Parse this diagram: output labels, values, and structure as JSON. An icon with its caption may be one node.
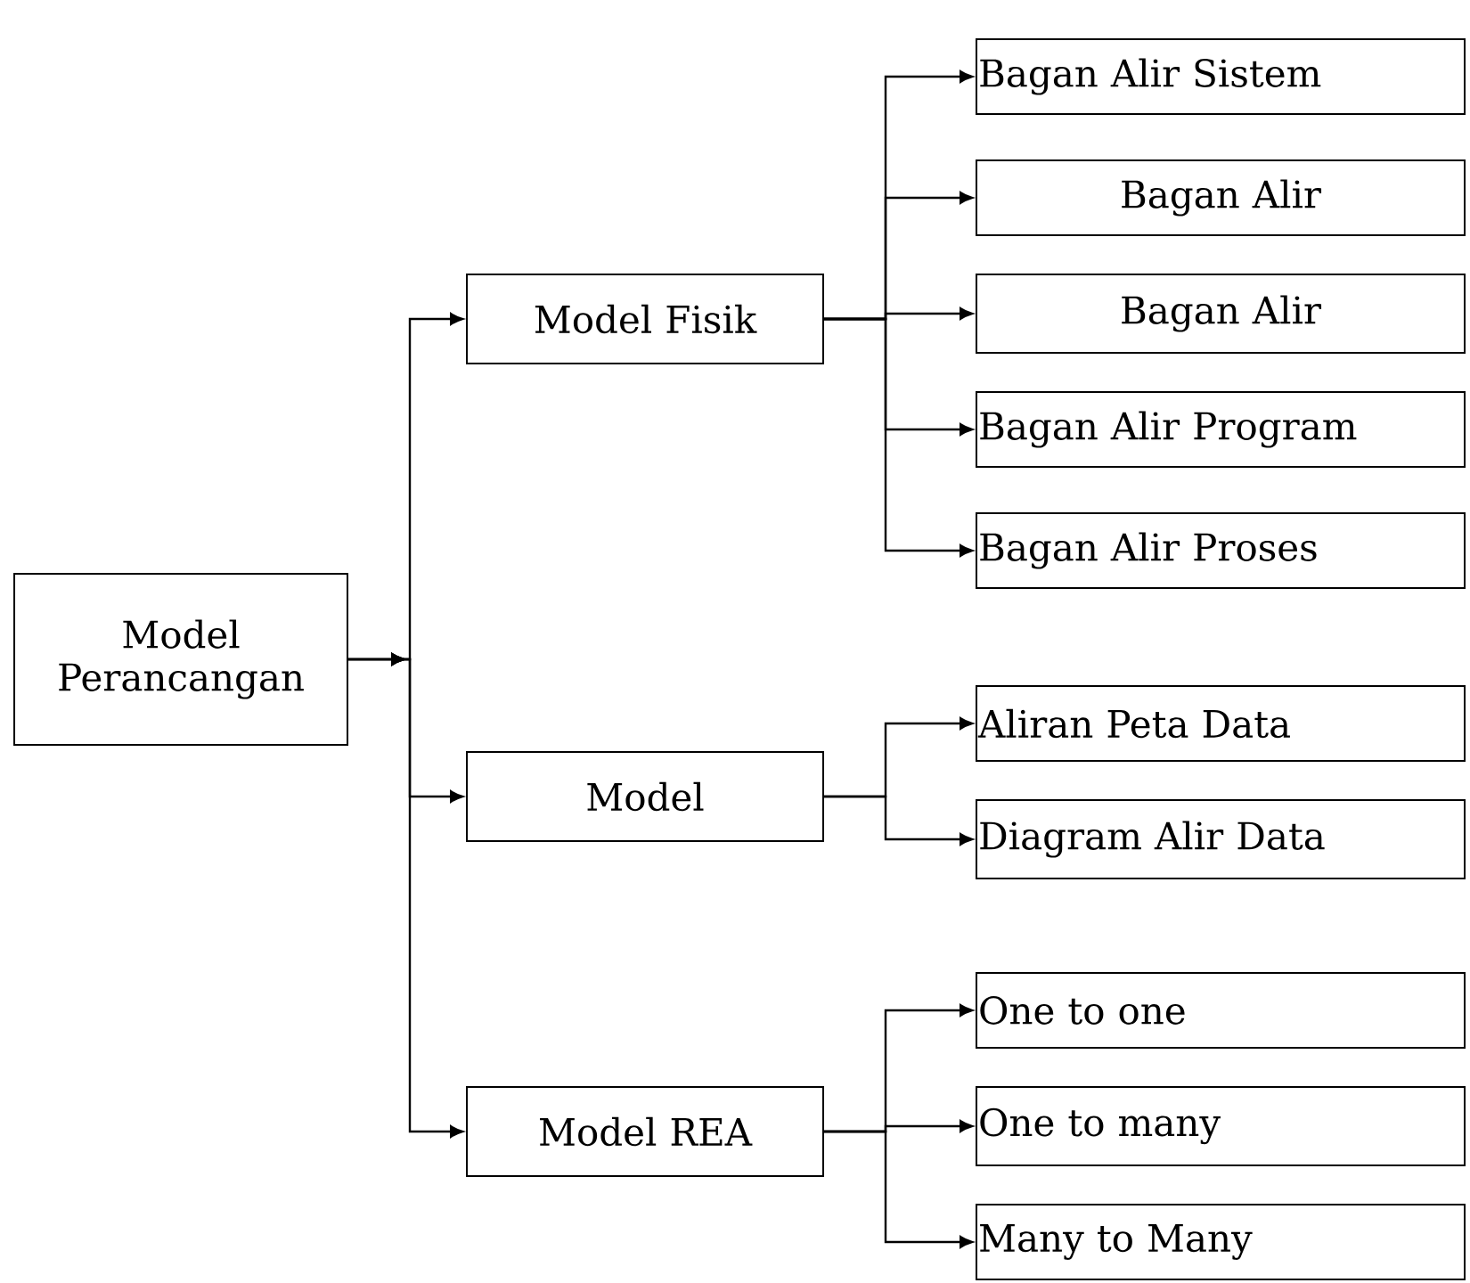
{
  "diagram": {
    "nodes": [
      {
        "text": [
          "Model Perancangan"
        ]
      },
      {
        "text": [
          "Model Fisik"
        ]
      },
      {
        "text": [
          "Model"
        ]
      },
      {
        "text": [
          "Model REA"
        ]
      },
      {
        "text": [
          "Bagan Alir Sistem"
        ]
      },
      {
        "text": [
          "Bagan Alir"
        ]
      },
      {
        "text": [
          "Bagan Alir"
        ]
      },
      {
        "text": [
          "Bagan Alir Program"
        ]
      },
      {
        "text": [
          "Bagan Alir Proses"
        ]
      },
      {
        "text": [
          "Aliran Peta Data"
        ]
      },
      {
        "text": [
          "Diagram Alir Data"
        ]
      },
      {
        "text": [
          "One to one"
        ]
      },
      {
        "text": [
          "One to many"
        ]
      },
      {
        "text": [
          "Many to Many"
        ]
      }
    ],
    "edges": [
      {
        "from": 0,
        "to": 1,
        "arrow": "to"
      },
      {
        "from": 0,
        "to": 2,
        "arrow": "to"
      },
      {
        "from": 0,
        "to": 3,
        "arrow": "to"
      },
      {
        "from": 1,
        "to": 4,
        "arrow": "to"
      },
      {
        "from": 1,
        "to": 5,
        "arrow": "to"
      },
      {
        "from": 1,
        "to": 6,
        "arrow": "to"
      },
      {
        "from": 1,
        "to": 7,
        "arrow": "to"
      },
      {
        "from": 1,
        "to": 8,
        "arrow": "to"
      },
      {
        "from": 2,
        "to": 9,
        "arrow": "to"
      },
      {
        "from": 2,
        "to": 10,
        "arrow": "to"
      },
      {
        "from": 3,
        "to": 11,
        "arrow": "to"
      },
      {
        "from": 3,
        "to": 12,
        "arrow": "to"
      },
      {
        "from": 3,
        "to": 13,
        "arrow": "to"
      }
    ]
  }
}
